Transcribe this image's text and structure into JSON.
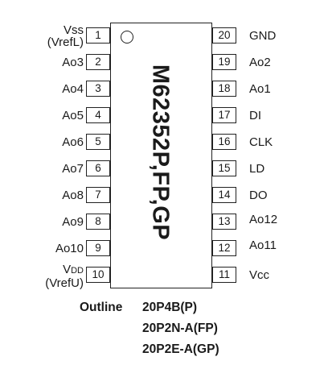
{
  "chip": {
    "part_label": "M62352P,FP,GP"
  },
  "pins_left": [
    {
      "num": "1",
      "name_line1": "Vss",
      "name_line2": "(VrefL)"
    },
    {
      "num": "2",
      "name": "Ao3"
    },
    {
      "num": "3",
      "name": "Ao4"
    },
    {
      "num": "4",
      "name": "Ao5"
    },
    {
      "num": "5",
      "name": "Ao6"
    },
    {
      "num": "6",
      "name": "Ao7"
    },
    {
      "num": "7",
      "name": "Ao8"
    },
    {
      "num": "8",
      "name": "Ao9"
    },
    {
      "num": "9",
      "name": "Ao10"
    },
    {
      "num": "10",
      "name_line1_main": "V",
      "name_line1_sub": "DD",
      "name_line2": "(VrefU)"
    }
  ],
  "pins_right": [
    {
      "num": "20",
      "name": "GND"
    },
    {
      "num": "19",
      "name": "Ao2"
    },
    {
      "num": "18",
      "name": "Ao1"
    },
    {
      "num": "17",
      "name": "DI"
    },
    {
      "num": "16",
      "name": "CLK"
    },
    {
      "num": "15",
      "name": "LD"
    },
    {
      "num": "14",
      "name": "DO"
    },
    {
      "num": "13",
      "name": "Ao12"
    },
    {
      "num": "12",
      "name": "Ao11"
    },
    {
      "num": "11",
      "name": "Vcc"
    }
  ],
  "outline": {
    "label": "Outline",
    "packages": [
      "20P4B(P)",
      "20P2N-A(FP)",
      "20P2E-A(GP)"
    ]
  }
}
